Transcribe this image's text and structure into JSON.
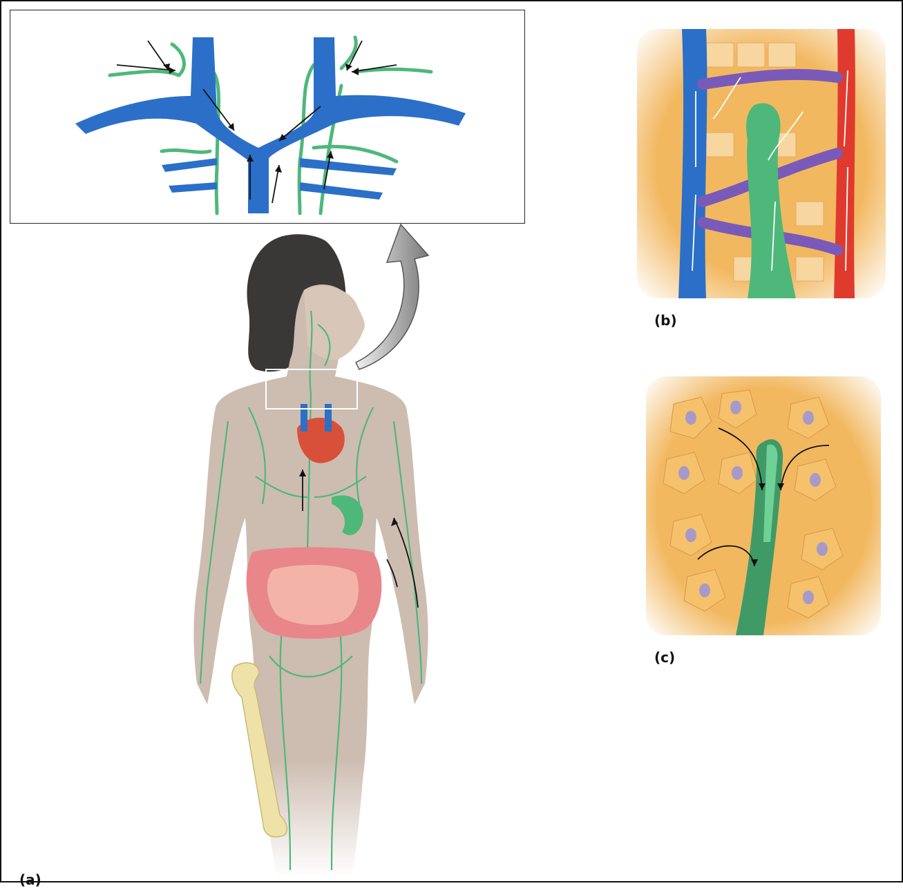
{
  "figure": {
    "panel_labels": {
      "a": "(a)",
      "b": "(b)",
      "c": "(c)"
    }
  },
  "colors": {
    "vein_blue": "#2b6fc8",
    "lymph_green": "#4db87a",
    "artery_red": "#e03a2e",
    "capillary_purple": "#7a5ab8",
    "tissue_orange": "#f2b860",
    "cell_fill": "#f5c16b",
    "nucleus": "#a89ac8",
    "skin": "#cdbcb0",
    "hair": "#3a3836",
    "bone": "#efe2a8",
    "intestine": "#e8868a",
    "heart": "#d9503a"
  },
  "icons": [
    "flow-arrow",
    "curved-callout-arrow"
  ]
}
